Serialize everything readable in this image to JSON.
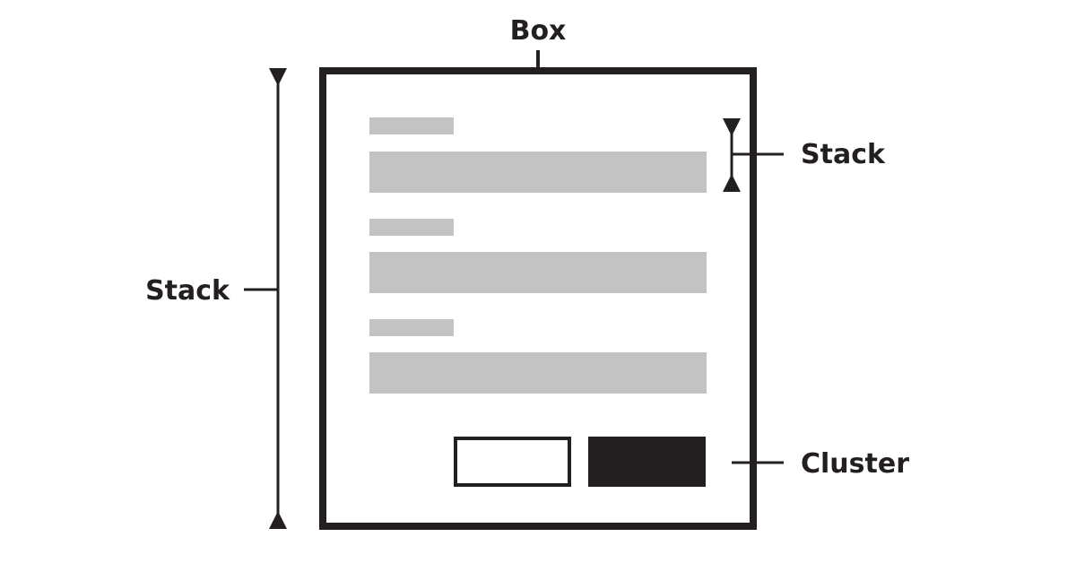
{
  "labels": {
    "box": "Box",
    "outer_stack": "Stack",
    "inner_stack": "Stack",
    "cluster": "Cluster"
  },
  "colors": {
    "ink": "#231f20",
    "placeholder": "#c3c3c3",
    "background": "#ffffff"
  }
}
